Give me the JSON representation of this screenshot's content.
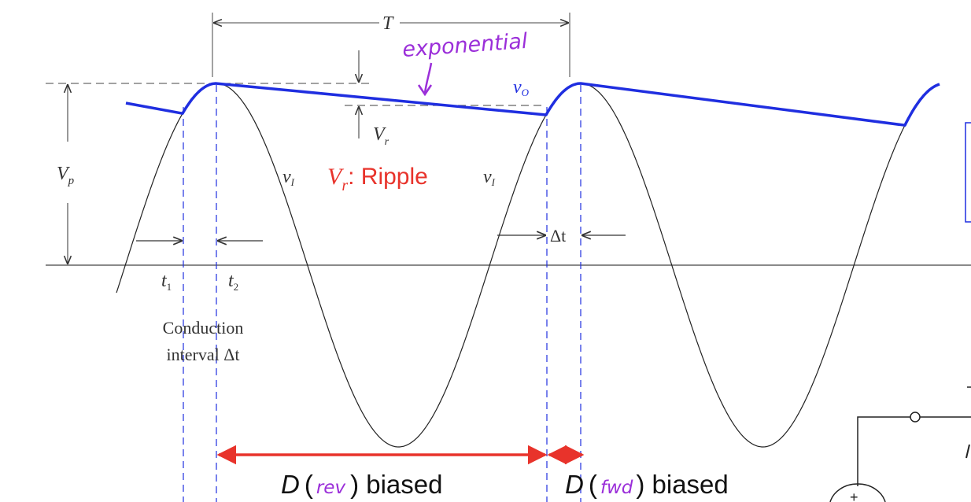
{
  "labels": {
    "period": "T",
    "peak_voltage_sym": "V",
    "peak_voltage_sub": "p",
    "ripple_sym": "V",
    "ripple_sub": "r",
    "output_sym": "v",
    "output_sub": "O",
    "input_sym": "v",
    "input_sub": "I",
    "t1_sym": "t",
    "t1_sub": "1",
    "t2_sym": "t",
    "t2_sub": "2",
    "delta_t": "Δt",
    "conduction_line1": "Conduction",
    "conduction_line2": "interval Δt"
  },
  "annotations": {
    "exponential": "exponential",
    "ripple_sym": "V",
    "ripple_sub": "r",
    "ripple_text": ": Ripple",
    "diode": "D",
    "open_paren": "(",
    "rev": "rev",
    "rev_close": ") biased",
    "fwd": "fwd",
    "fwd_close": ") biased"
  },
  "colors": {
    "output_curve": "#1f2ee0",
    "input_curve": "#222222",
    "guide_lines": "#1f2ee0",
    "annotation_red": "#e8332b",
    "handwriting_purple": "#9b2fd9",
    "axis": "#333333"
  }
}
